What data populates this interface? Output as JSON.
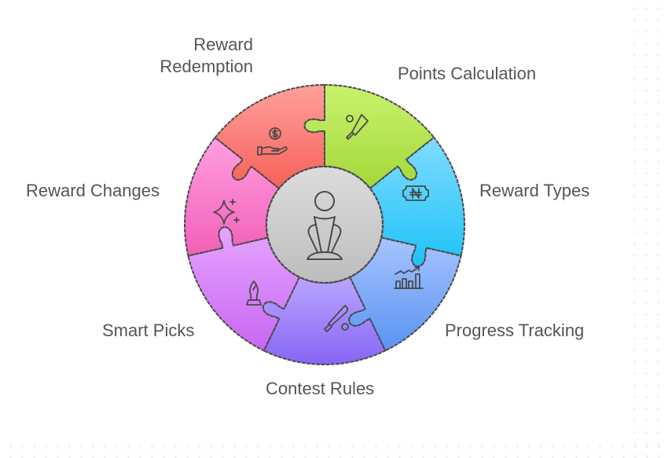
{
  "diagram": {
    "type": "puzzle-wheel",
    "center_icon": "trophy-icon",
    "center_fill": [
      "#dcdcdc",
      "#bdbdbd"
    ],
    "stroke_color": "#4a4a4a",
    "segments": [
      {
        "label": "Points Calculation",
        "icon": "cricket-bat-icon",
        "colors": [
          "#c9f26e",
          "#a3d83a"
        ]
      },
      {
        "label": "Reward Types",
        "icon": "naira-ticket-icon",
        "colors": [
          "#7fdcff",
          "#1ec2f7"
        ]
      },
      {
        "label": "Progress Tracking",
        "icon": "growth-chart-icon",
        "colors": [
          "#a6c4ff",
          "#5a93f2"
        ]
      },
      {
        "label": "Contest Rules",
        "icon": "baseball-bat-icon",
        "colors": [
          "#b9a5ff",
          "#8765f5"
        ]
      },
      {
        "label": "Smart Picks",
        "icon": "chess-bishop-icon",
        "colors": [
          "#e6a5ff",
          "#c866f2"
        ]
      },
      {
        "label": "Reward Changes",
        "icon": "sparkle-icon",
        "colors": [
          "#ff9fe0",
          "#f25fb8"
        ]
      },
      {
        "label": "Reward Redemption",
        "icon": "money-hand-icon",
        "colors": [
          "#ffa09a",
          "#f7605a"
        ]
      }
    ]
  },
  "labels": {
    "reward_redemption_line1": "Reward",
    "reward_redemption_line2": "Redemption",
    "points_calculation": "Points Calculation",
    "reward_types": "Reward Types",
    "progress_tracking": "Progress Tracking",
    "contest_rules": "Contest Rules",
    "smart_picks": "Smart Picks",
    "reward_changes": "Reward Changes"
  }
}
